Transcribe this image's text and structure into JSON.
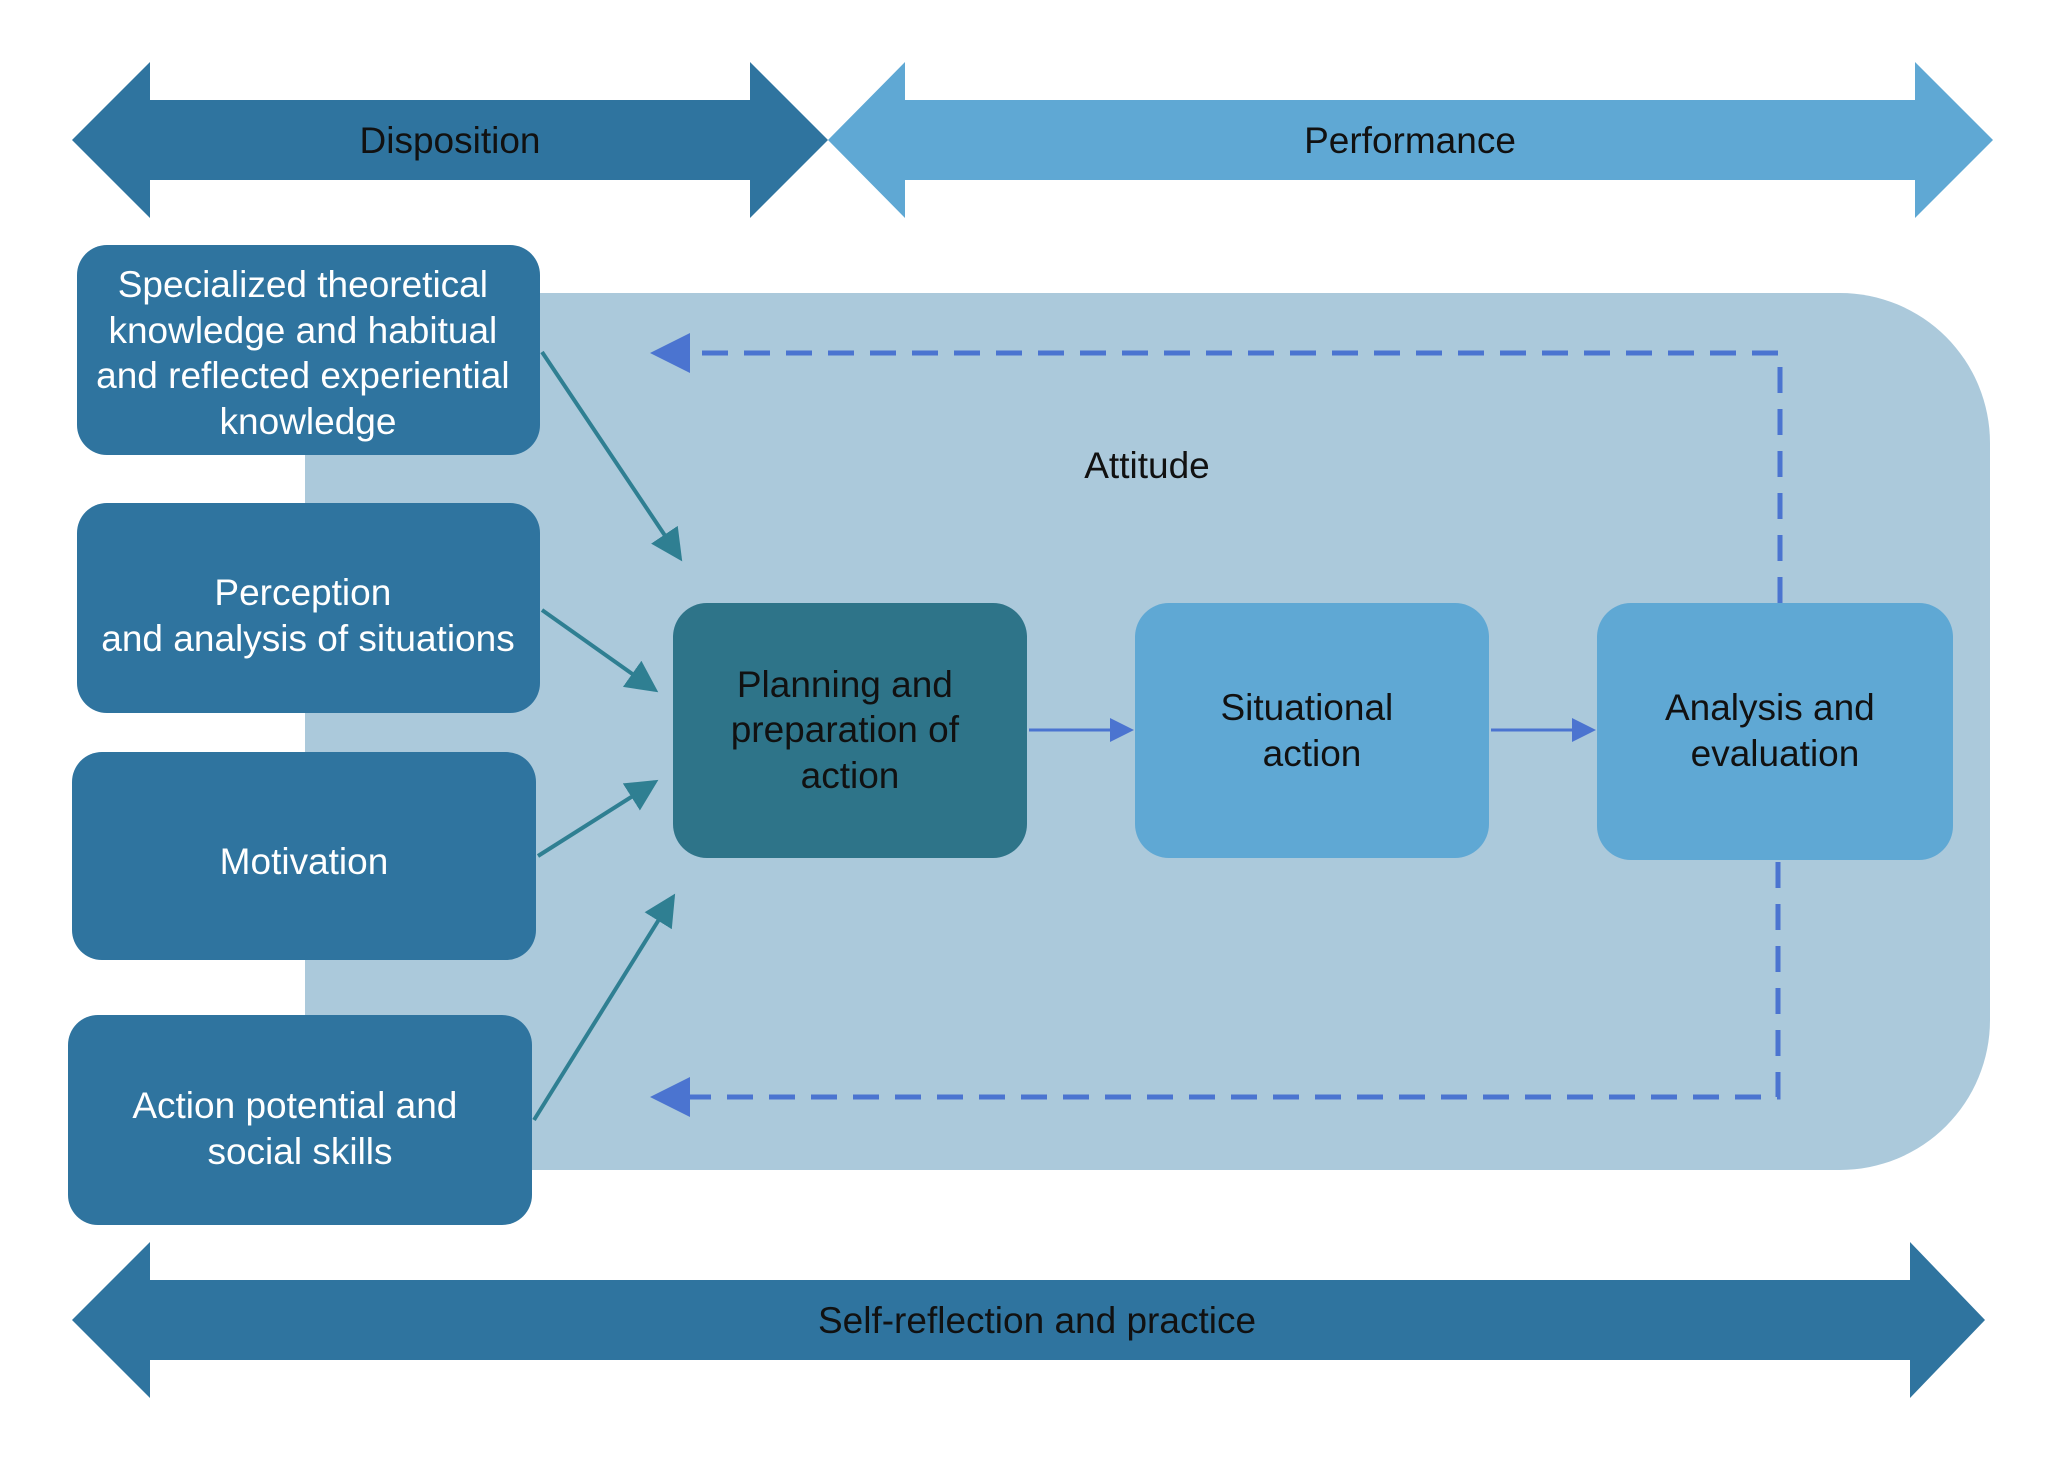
{
  "top_arrows": {
    "disposition": "Disposition",
    "performance": "Performance"
  },
  "bottom_arrow": "Self-reflection and practice",
  "attitude_label": "Attitude",
  "inputs": [
    {
      "lines": [
        "Specialized theoretical",
        "knowledge and habitual",
        "and reflected experiential",
        "knowledge"
      ]
    },
    {
      "lines": [
        "Perception",
        "and analysis of situations"
      ]
    },
    {
      "lines": [
        "Motivation"
      ]
    },
    {
      "lines": [
        "Action potential and",
        "social skills"
      ]
    }
  ],
  "process": [
    {
      "lines": [
        "Planning and",
        "preparation of",
        "action"
      ]
    },
    {
      "lines": [
        "Situational",
        "action"
      ]
    },
    {
      "lines": [
        "Analysis and",
        "evaluation"
      ]
    }
  ],
  "colors": {
    "dark_blue": "#2f749f",
    "light_blue": "#5fa8d4",
    "teal": "#2e7489",
    "panel": "#abc9db",
    "dashed": "#4b74d0",
    "connector": "#2f7f92"
  }
}
